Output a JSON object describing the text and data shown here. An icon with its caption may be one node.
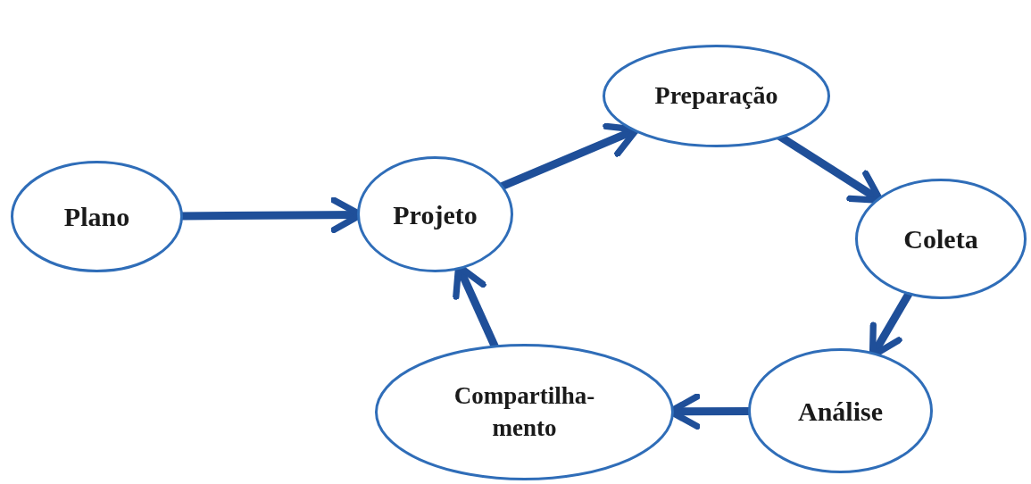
{
  "diagram": {
    "nodes": [
      {
        "text": [
          "Plano"
        ]
      },
      {
        "text": [
          "Projeto"
        ]
      },
      {
        "text": [
          "Preparação"
        ]
      },
      {
        "text": [
          "Coleta"
        ]
      },
      {
        "text": [
          "Análise"
        ]
      },
      {
        "text": [
          "Compartilha- mento"
        ]
      }
    ],
    "edges": [
      {
        "from": 0,
        "to": 1,
        "arrow": "to"
      },
      {
        "from": 1,
        "to": 2,
        "arrow": "to"
      },
      {
        "from": 2,
        "to": 3,
        "arrow": "to"
      },
      {
        "from": 3,
        "to": 4,
        "arrow": "to"
      },
      {
        "from": 4,
        "to": 5,
        "arrow": "to"
      },
      {
        "from": 5,
        "to": 1,
        "arrow": "to"
      }
    ]
  }
}
